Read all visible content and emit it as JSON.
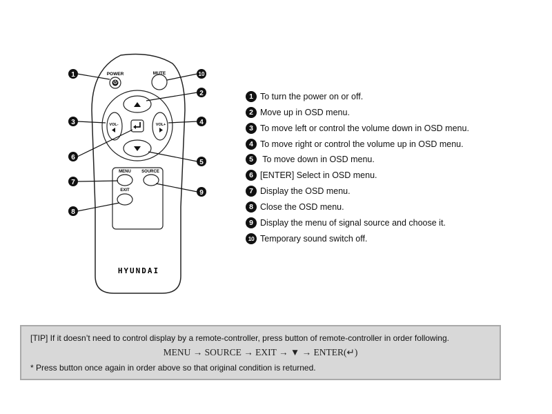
{
  "remote": {
    "power_label": "POWER",
    "mute_label": "MUTE",
    "vol_minus_label": "VOL-",
    "vol_plus_label": "VOL+",
    "menu_label": "MENU",
    "source_label": "SOURCE",
    "exit_label": "EXIT",
    "brand": "HYUNDAI",
    "callouts": [
      "1",
      "2",
      "3",
      "4",
      "5",
      "6",
      "7",
      "8",
      "9",
      "10"
    ]
  },
  "legend": [
    {
      "num": "1",
      "text": "To turn the power on or off."
    },
    {
      "num": "2",
      "text": "Move up in OSD menu."
    },
    {
      "num": "3",
      "text": "To move left or control the volume down in OSD menu."
    },
    {
      "num": "4",
      "text": "To move right or control the volume up in OSD menu."
    },
    {
      "num": "5",
      "text": " To move down in OSD menu."
    },
    {
      "num": "6",
      "text": "[ENTER] Select in OSD menu."
    },
    {
      "num": "7",
      "text": "Display the OSD menu."
    },
    {
      "num": "8",
      "text": "Close the OSD menu."
    },
    {
      "num": "9",
      "text": "Display the menu of signal source and choose it."
    },
    {
      "num": "10",
      "text": "Temporary sound switch off."
    }
  ],
  "tip": {
    "text": "[TIP] If it doesn’t need to control display by a remote-controller, press button of remote-controller in order following.",
    "sequence": "MENU → SOURCE → EXIT → ▼ → ENTER(↵)",
    "note": "* Press button once again in order above so that original condition is returned."
  }
}
